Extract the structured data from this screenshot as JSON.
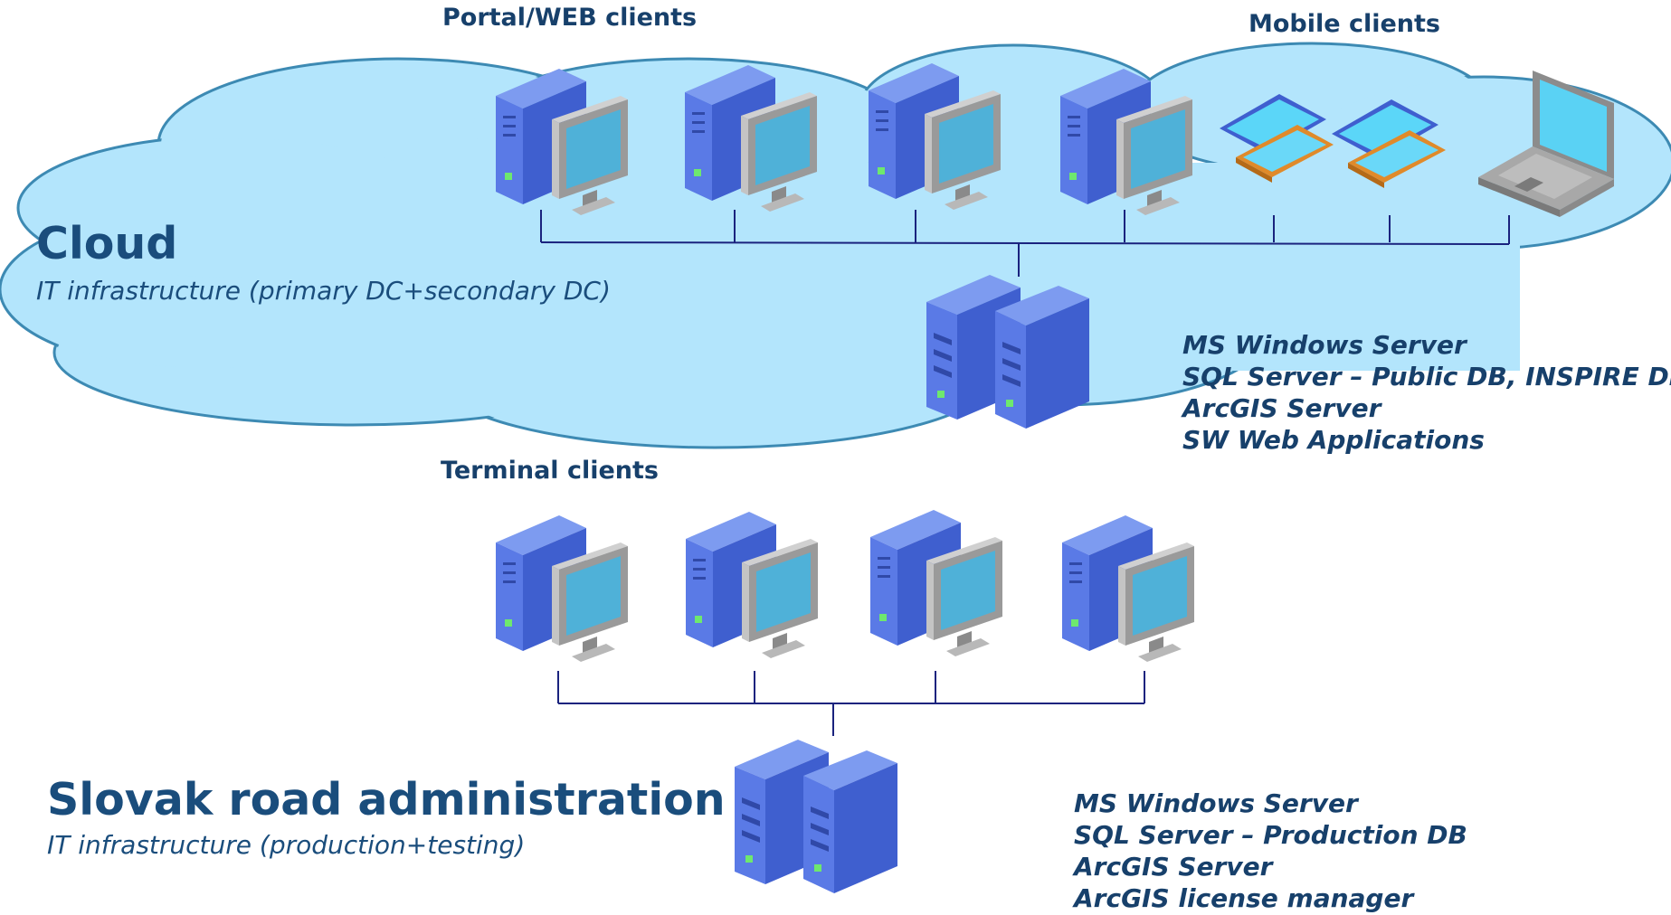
{
  "groups": {
    "portal": "Portal/WEB clients",
    "mobile": "Mobile clients",
    "terminal": "Terminal clients"
  },
  "cloud": {
    "title": "Cloud",
    "subtitle": "IT infrastructure (primary DC+secondary DC)",
    "server_specs": [
      "MS Windows Server",
      "SQL Server – Public DB, INSPIRE DB",
      "ArcGIS Server",
      "SW Web Applications"
    ]
  },
  "sra": {
    "title": "Slovak road administration",
    "subtitle": "IT infrastructure (production+testing)",
    "server_specs": [
      "MS Windows Server",
      "SQL Server – Production DB",
      "ArcGIS Server",
      "ArcGIS license manager"
    ]
  },
  "colors": {
    "cloud_fill": "#b3e5fc",
    "cloud_stroke": "#3d8ab3",
    "line": "#1a237e",
    "server_blue": "#5a7ae6",
    "text": "#17406b"
  },
  "icons": [
    "desktop-computer-icon",
    "tablet-icon",
    "laptop-icon",
    "server-icon"
  ]
}
